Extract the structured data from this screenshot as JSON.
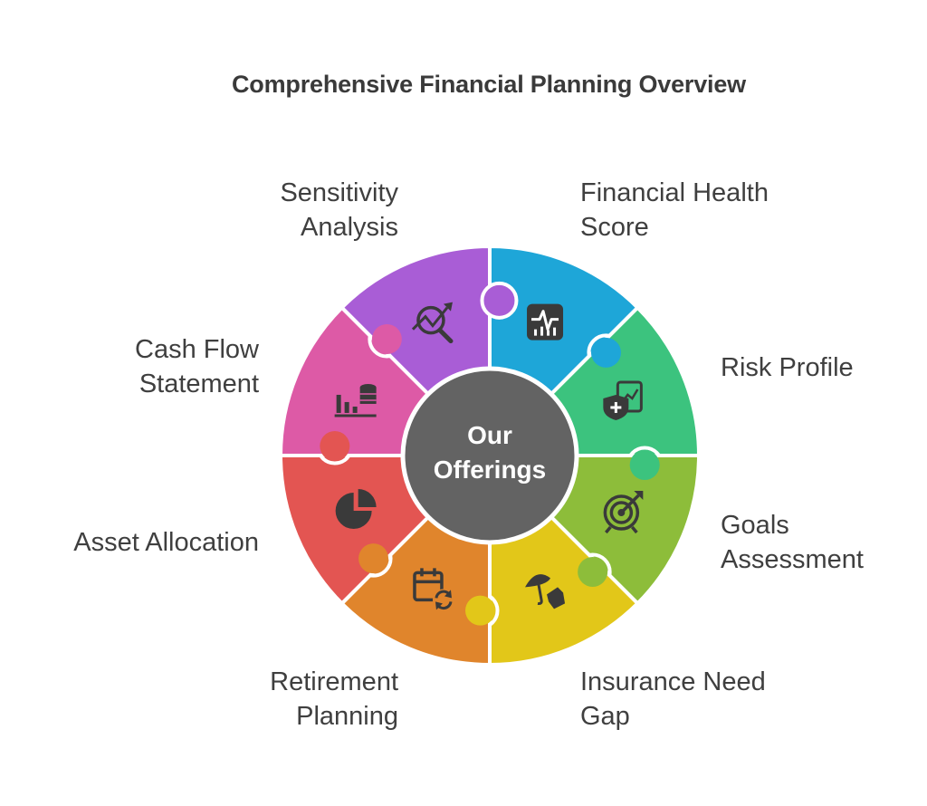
{
  "title": "Comprehensive Financial Planning Overview",
  "center": {
    "line1": "Our",
    "line2": "Offerings"
  },
  "segments": [
    {
      "lines": [
        "Financial Health",
        "Score"
      ],
      "color": "#1ea6d8",
      "icon": "health-monitor-icon"
    },
    {
      "lines": [
        "Risk Profile"
      ],
      "color": "#3cc37e",
      "icon": "risk-shield-chart-icon"
    },
    {
      "lines": [
        "Goals",
        "Assessment"
      ],
      "color": "#8dbd3a",
      "icon": "target-icon"
    },
    {
      "lines": [
        "Insurance Need",
        "Gap"
      ],
      "color": "#e2c719",
      "icon": "umbrella-hand-icon"
    },
    {
      "lines": [
        "Retirement",
        "Planning"
      ],
      "color": "#e0852c",
      "icon": "calendar-refresh-icon"
    },
    {
      "lines": [
        "Asset Allocation"
      ],
      "color": "#e35552",
      "icon": "pie-chart-icon"
    },
    {
      "lines": [
        "Cash Flow",
        "Statement"
      ],
      "color": "#dd5aa6",
      "icon": "bar-chart-database-icon"
    },
    {
      "lines": [
        "Sensitivity",
        "Analysis"
      ],
      "color": "#a95dd6",
      "icon": "search-trend-icon"
    }
  ],
  "colors": {
    "center": "#636363",
    "label_text": "#3f3f3f",
    "icon_fill": "#3a3a3a"
  }
}
